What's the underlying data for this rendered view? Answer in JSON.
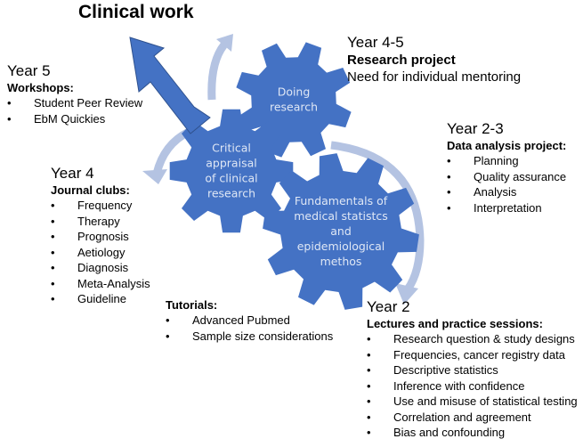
{
  "title": "Clinical work",
  "gears": [
    {
      "name": "doing-research",
      "lines": [
        "Doing",
        "research"
      ]
    },
    {
      "name": "critical-appraisal",
      "lines": [
        "Critical",
        "appraisal",
        "of clinical",
        "research"
      ]
    },
    {
      "name": "fundamentals",
      "lines": [
        "Fundamentals of",
        "medical statistcs",
        "and",
        "epidemiological",
        "methos"
      ]
    }
  ],
  "colors": {
    "gear": "#4472c4",
    "arrow_light": "#b4c3e2",
    "arrow_dark": "#4472c4",
    "text_on_gear": "#dfe7f5"
  },
  "year5": {
    "year": "Year 5",
    "heading": "Workshops:",
    "items": [
      "Student Peer Review",
      "EbM Quickies"
    ]
  },
  "year45": {
    "year": "Year 4-5",
    "heading": "Research project",
    "subtitle": "Need for individual mentoring"
  },
  "year23": {
    "year": "Year 2-3",
    "heading": "Data analysis project:",
    "items": [
      "Planning",
      "Quality assurance",
      "Analysis",
      "Interpretation"
    ]
  },
  "year4": {
    "year": "Year 4",
    "heading": "Journal clubs:",
    "items": [
      "Frequency",
      "Therapy",
      "Prognosis",
      "Aetiology",
      "Diagnosis",
      "Meta-Analysis",
      "Guideline"
    ]
  },
  "tutorials": {
    "heading": "Tutorials:",
    "items": [
      "Advanced Pubmed",
      "Sample size considerations"
    ]
  },
  "year2": {
    "year": "Year 2",
    "heading": "Lectures and practice sessions:",
    "items": [
      "Research question & study designs",
      "Frequencies, cancer registry data",
      "Descriptive statistics",
      "Inference with confidence",
      "Use and misuse of statistical testing",
      "Correlation and agreement",
      "Bias and confounding"
    ]
  }
}
